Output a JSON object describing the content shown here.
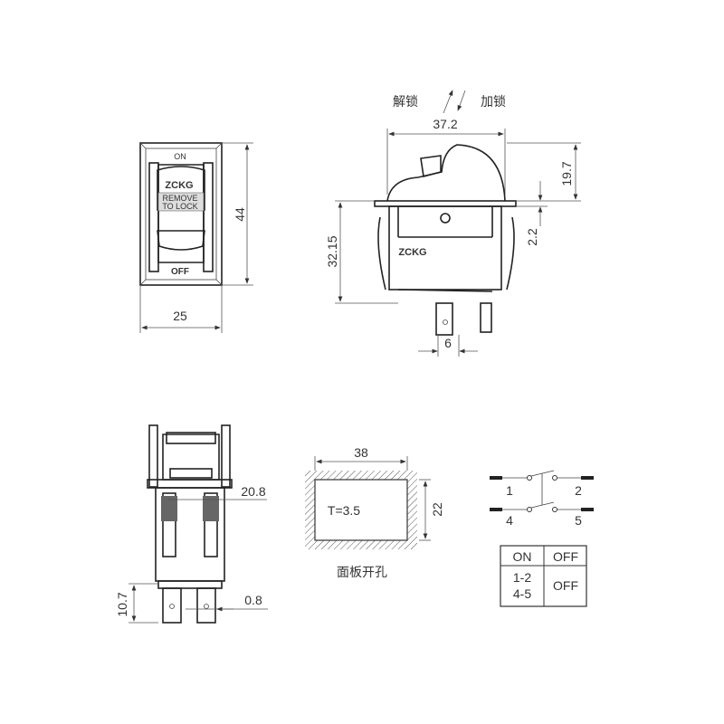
{
  "front_view": {
    "on_label": "ON",
    "brand": "ZCKG",
    "remove_line1": "REMOVE",
    "remove_line2": "TO LOCK",
    "off_label": "OFF",
    "dim_height": "44",
    "dim_width": "25"
  },
  "side_view": {
    "unlock_label": "解锁",
    "lock_label": "加锁",
    "dim_width": "37.2",
    "dim_rocker_height": "19.7",
    "dim_panel_thickness": "2.2",
    "dim_body_depth": "32.15",
    "dim_terminal_pitch": "6",
    "brand": "ZCKG"
  },
  "bottom_view": {
    "dim_width": "20.8",
    "dim_terminal_length": "10.7",
    "dim_terminal_thickness": "0.8"
  },
  "panel_cutout": {
    "dim_width": "38",
    "dim_height": "22",
    "thickness_label": "T=3.5",
    "caption": "面板开孔"
  },
  "circuit": {
    "pins": [
      "1",
      "2",
      "4",
      "5"
    ],
    "table": {
      "headers": [
        "ON",
        "OFF"
      ],
      "on_values": [
        "1-2",
        "4-5"
      ],
      "off_value": "OFF"
    }
  }
}
